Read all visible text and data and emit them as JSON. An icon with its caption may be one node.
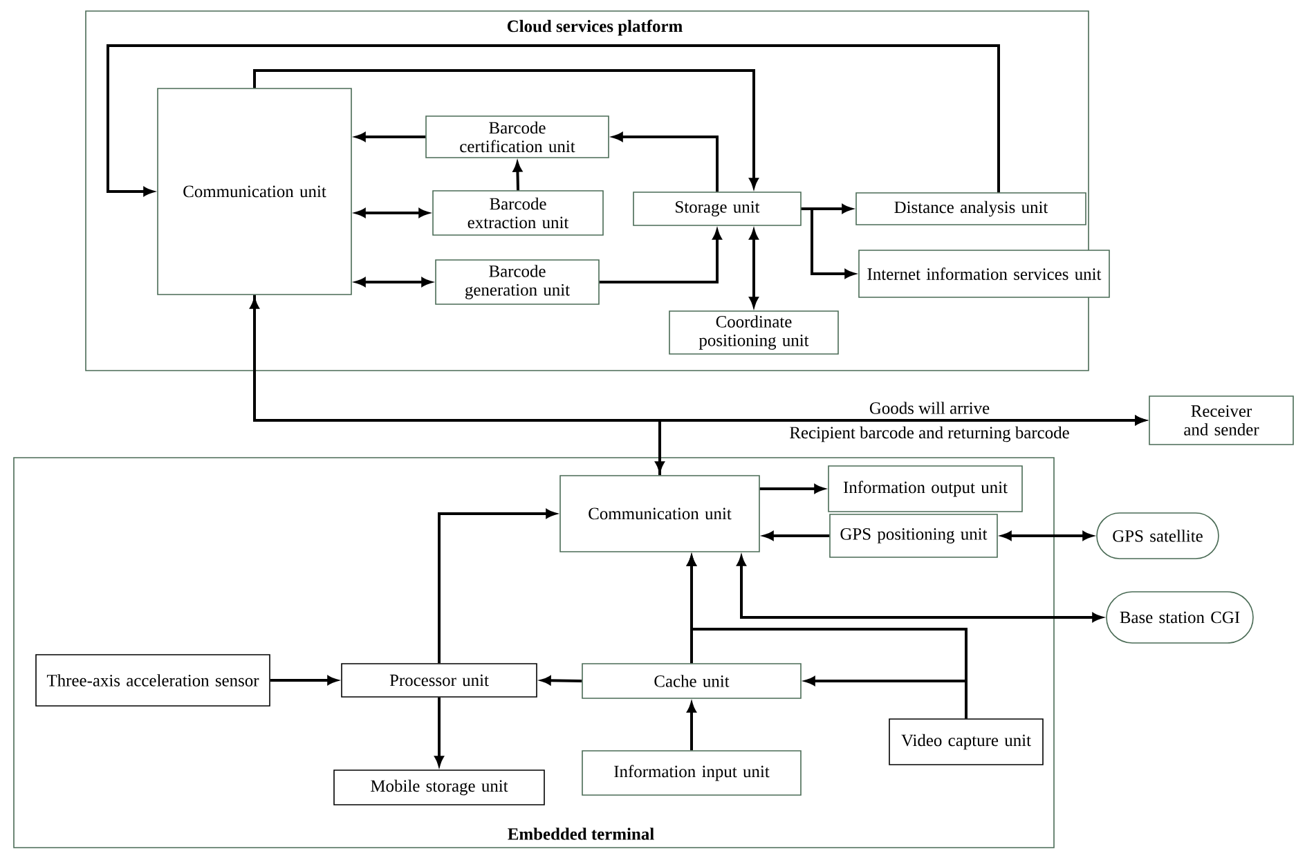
{
  "diagram": {
    "nodes": [
      {
        "text": [
          "Cloud services platform"
        ]
      },
      {
        "text": [
          "Communication unit"
        ],
        "in": 0
      },
      {
        "text": [
          "Barcode certification unit"
        ],
        "in": 0
      },
      {
        "text": [
          "Barcode extraction unit"
        ],
        "in": 0
      },
      {
        "text": [
          "Barcode generation unit"
        ],
        "in": 0
      },
      {
        "text": [
          "Storage unit"
        ],
        "in": 0
      },
      {
        "text": [
          "Distance analysis unit"
        ],
        "in": 0
      },
      {
        "text": [
          "Internet information services unit"
        ],
        "in": 0
      },
      {
        "text": [
          "Coordinate positioning unit"
        ],
        "in": 0
      },
      {
        "text": [
          "Embedded terminal"
        ]
      },
      {
        "text": [
          "Receiver and sender"
        ]
      },
      {
        "text": [
          "Communication unit"
        ],
        "in": 9
      },
      {
        "text": [
          "Information output unit"
        ],
        "in": 9
      },
      {
        "text": [
          "GPS positioning unit"
        ],
        "in": 9
      },
      {
        "text": [
          "GPS satellite"
        ]
      },
      {
        "text": [
          "Base station CGI"
        ]
      },
      {
        "text": [
          "Three-axis acceleration sensor"
        ],
        "in": 9
      },
      {
        "text": [
          "Processor unit"
        ],
        "in": 9
      },
      {
        "text": [
          "Cache unit"
        ],
        "in": 9
      },
      {
        "text": [
          "Mobile storage unit"
        ],
        "in": 9
      },
      {
        "text": [
          "Information input unit"
        ],
        "in": 9
      },
      {
        "text": [
          "Video capture unit"
        ],
        "in": 9
      }
    ],
    "edges": [
      {
        "from": 6,
        "to": 1,
        "arrow": "to"
      },
      {
        "from": 1,
        "to": 5,
        "arrow": "to"
      },
      {
        "from": 2,
        "to": 1,
        "arrow": "to"
      },
      {
        "from": 3,
        "to": 2,
        "arrow": "to"
      },
      {
        "from": 1,
        "to": 3,
        "arrow": "both"
      },
      {
        "from": 1,
        "to": 4,
        "arrow": "both"
      },
      {
        "from": 4,
        "to": 5,
        "arrow": "to"
      },
      {
        "from": 5,
        "to": 2,
        "arrow": "to"
      },
      {
        "from": 5,
        "to": 6,
        "arrow": "to"
      },
      {
        "from": 5,
        "to": 7,
        "arrow": "to"
      },
      {
        "from": 5,
        "to": 8,
        "arrow": "both"
      },
      {
        "from": 1,
        "to": 11,
        "arrow": "both"
      },
      {
        "from": 1,
        "to": 10,
        "arrow": "to",
        "label": "Goods will arrive"
      },
      {
        "from": 11,
        "to": 10,
        "arrow": "to",
        "label": "Recipient barcode and returning barcode"
      },
      {
        "from": 17,
        "to": 11,
        "arrow": "to"
      },
      {
        "from": 11,
        "to": 12,
        "arrow": "to"
      },
      {
        "from": 13,
        "to": 11,
        "arrow": "to"
      },
      {
        "from": 13,
        "to": 14,
        "arrow": "both"
      },
      {
        "from": 11,
        "to": 15,
        "arrow": "both"
      },
      {
        "from": 18,
        "to": 11,
        "arrow": "to"
      },
      {
        "from": 21,
        "to": 11,
        "arrow": "to"
      },
      {
        "from": 21,
        "to": 18,
        "arrow": "to"
      },
      {
        "from": 18,
        "to": 17,
        "arrow": "to"
      },
      {
        "from": 16,
        "to": 17,
        "arrow": "to"
      },
      {
        "from": 17,
        "to": 19,
        "arrow": "to"
      },
      {
        "from": 20,
        "to": 18,
        "arrow": "to"
      }
    ]
  }
}
